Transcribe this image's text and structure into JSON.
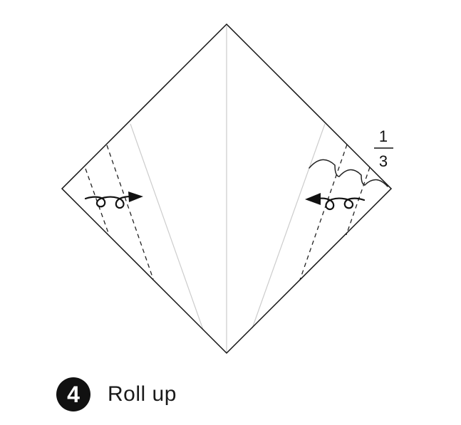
{
  "step": {
    "number": "4",
    "label": "Roll up"
  },
  "fraction": {
    "numerator": "1",
    "denominator": "3"
  }
}
